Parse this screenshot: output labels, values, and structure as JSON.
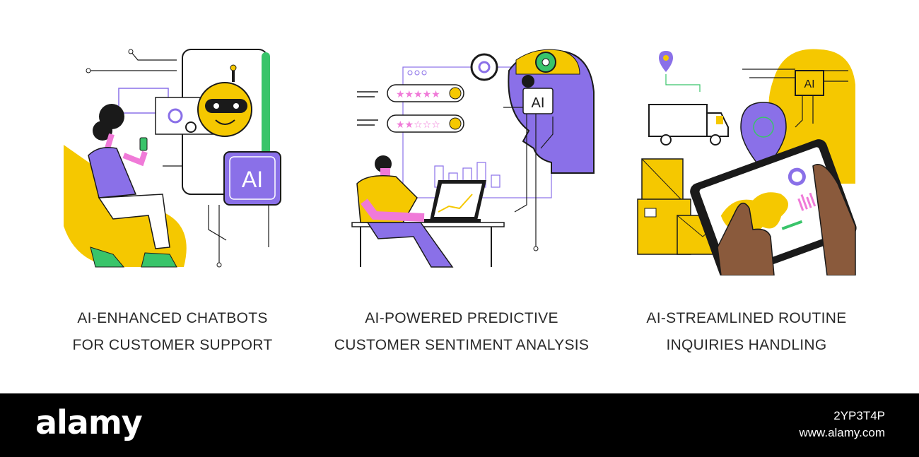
{
  "panels": [
    {
      "caption_line1": "AI-ENHANCED CHATBOTS",
      "caption_line2": "FOR CUSTOMER SUPPORT",
      "badge": "AI"
    },
    {
      "caption_line1": "AI-POWERED PREDICTIVE",
      "caption_line2": "CUSTOMER SENTIMENT ANALYSIS",
      "badge": "AI",
      "ratings": [
        {
          "stars": "★★★★★"
        },
        {
          "stars": "★★☆☆☆"
        }
      ]
    },
    {
      "caption_line1": "AI-STREAMLINED ROUTINE",
      "caption_line2": "INQUIRIES HANDLING",
      "badge": "AI"
    }
  ],
  "footer": {
    "brand": "alamy",
    "image_id": "2YP3T4P",
    "url": "www.alamy.com"
  },
  "colors": {
    "yellow": "#f5c800",
    "purple": "#8a70e8",
    "pink": "#f07ad8",
    "green": "#39c46a",
    "dark": "#1a1a1a"
  }
}
